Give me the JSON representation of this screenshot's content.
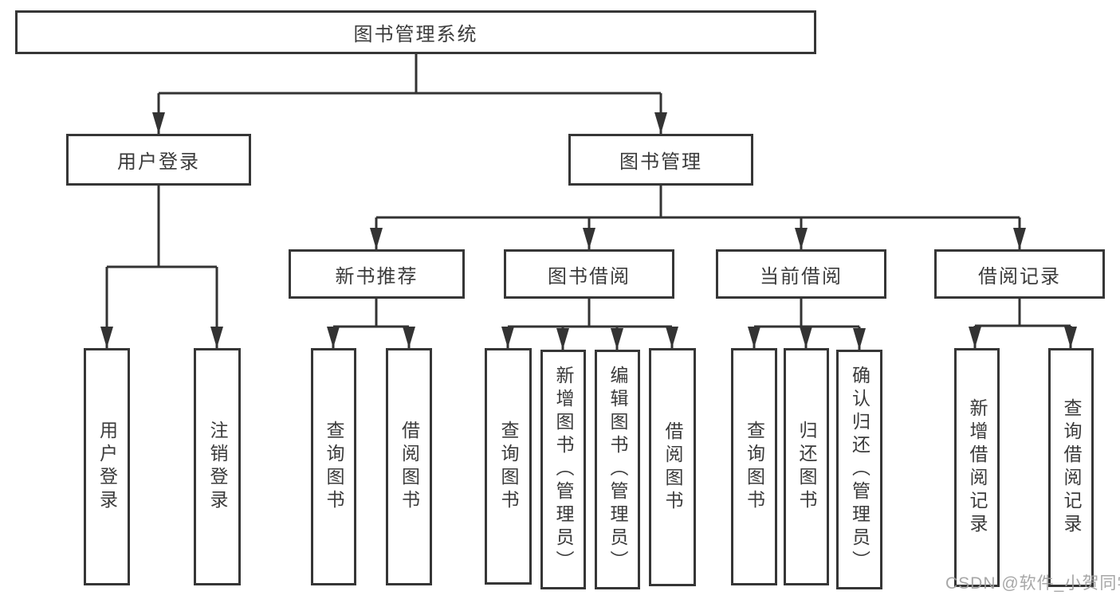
{
  "tree": {
    "root": {
      "label": "图书管理系统"
    },
    "user_login": {
      "label": "用户登录",
      "children": [
        {
          "label": "用户登录"
        },
        {
          "label": "注销登录"
        }
      ]
    },
    "book_mgmt": {
      "label": "图书管理",
      "children": [
        {
          "label": "新书推荐",
          "children": [
            {
              "label": "查询图书"
            },
            {
              "label": "借阅图书"
            }
          ]
        },
        {
          "label": "图书借阅",
          "children": [
            {
              "label": "查询图书"
            },
            {
              "label": "新增图书（管理员）"
            },
            {
              "label": "编辑图书（管理员）"
            },
            {
              "label": "借阅图书"
            }
          ]
        },
        {
          "label": "当前借阅",
          "children": [
            {
              "label": "查询图书"
            },
            {
              "label": "归还图书"
            },
            {
              "label": "确认归还（管理员）"
            }
          ]
        },
        {
          "label": "借阅记录",
          "children": [
            {
              "label": "新增借阅记录"
            },
            {
              "label": "查询借阅记录"
            }
          ]
        }
      ]
    }
  },
  "watermark": "CSDN @软件_小贺同学",
  "colors": {
    "line": "#333333",
    "border": "#363636",
    "text": "#3b3b3b",
    "watermark": "#a0a0a0",
    "background": "#ffffff"
  }
}
